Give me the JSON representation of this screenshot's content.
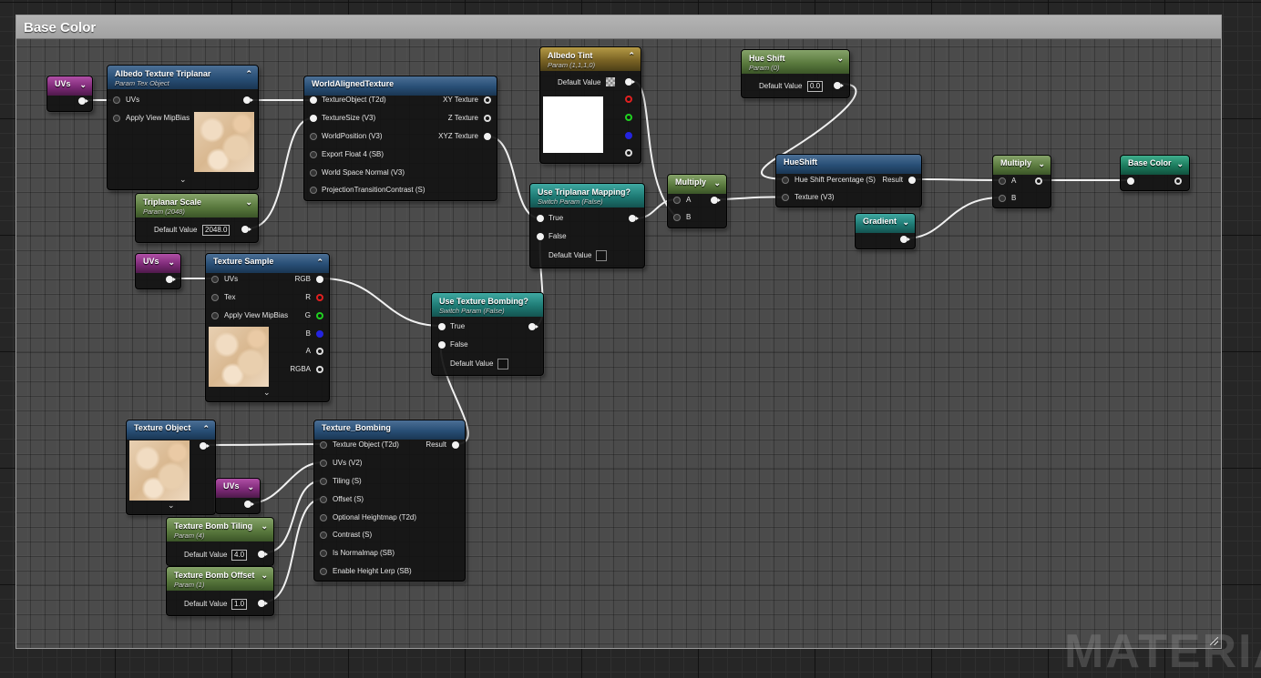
{
  "comment": {
    "title": "Base Color"
  },
  "watermark": "MATERIA",
  "nodes": {
    "uvs1": {
      "title": "UVs"
    },
    "albedo_tex": {
      "title": "Albedo Texture Triplanar",
      "subtitle": "Param Tex Object",
      "pins": [
        "UVs",
        "Apply View MipBias"
      ]
    },
    "triplanar_scale": {
      "title": "Triplanar Scale",
      "subtitle": "Param (2048)",
      "default_label": "Default Value",
      "default_value": "2048.0"
    },
    "world_aligned": {
      "title": "WorldAlignedTexture",
      "inputs": [
        "TextureObject (T2d)",
        "TextureSize (V3)",
        "WorldPosition (V3)",
        "Export Float 4 (SB)",
        "World Space Normal (V3)",
        "ProjectionTransitionContrast (S)"
      ],
      "outputs": [
        "XY Texture",
        "Z Texture",
        "XYZ Texture"
      ]
    },
    "albedo_tint": {
      "title": "Albedo Tint",
      "subtitle": "Param (1,1,1,0)",
      "default_label": "Default Value"
    },
    "hue_shift_param": {
      "title": "Hue Shift",
      "subtitle": "Param (0)",
      "default_label": "Default Value",
      "default_value": "0.0"
    },
    "use_triplanar": {
      "title": "Use Triplanar Mapping?",
      "subtitle": "Switch Param (False)",
      "pins": [
        "True",
        "False"
      ],
      "default_label": "Default Value"
    },
    "multiply1": {
      "title": "Multiply",
      "pins": [
        "A",
        "B"
      ]
    },
    "hueshift": {
      "title": "HueShift",
      "inputs": [
        "Hue Shift Percentage (S)",
        "Texture (V3)"
      ],
      "output": "Result"
    },
    "gradient": {
      "title": "Gradient"
    },
    "multiply2": {
      "title": "Multiply",
      "pins": [
        "A",
        "B"
      ]
    },
    "base_color": {
      "title": "Base Color"
    },
    "uvs2": {
      "title": "UVs"
    },
    "texture_sample": {
      "title": "Texture Sample",
      "inputs": [
        "UVs",
        "Tex",
        "Apply View MipBias"
      ],
      "outputs": [
        "RGB",
        "R",
        "G",
        "B",
        "A",
        "RGBA"
      ]
    },
    "use_bombing": {
      "title": "Use Texture Bombing?",
      "subtitle": "Switch Param (False)",
      "pins": [
        "True",
        "False"
      ],
      "default_label": "Default Value"
    },
    "texture_object": {
      "title": "Texture Object"
    },
    "uvs3": {
      "title": "UVs"
    },
    "texture_bombing": {
      "title": "Texture_Bombing",
      "inputs": [
        "Texture Object (T2d)",
        "UVs (V2)",
        "Tiling (S)",
        "Offset (S)",
        "Optional Heightmap (T2d)",
        "Contrast (S)",
        "Is Normalmap (SB)",
        "Enable Height Lerp (SB)"
      ],
      "output": "Result"
    },
    "bomb_tiling": {
      "title": "Texture Bomb Tiling",
      "subtitle": "Param (4)",
      "default_label": "Default Value",
      "default_value": "4.0"
    },
    "bomb_offset": {
      "title": "Texture Bomb Offset",
      "subtitle": "Param (1)",
      "default_label": "Default Value",
      "default_value": "1.0"
    }
  }
}
